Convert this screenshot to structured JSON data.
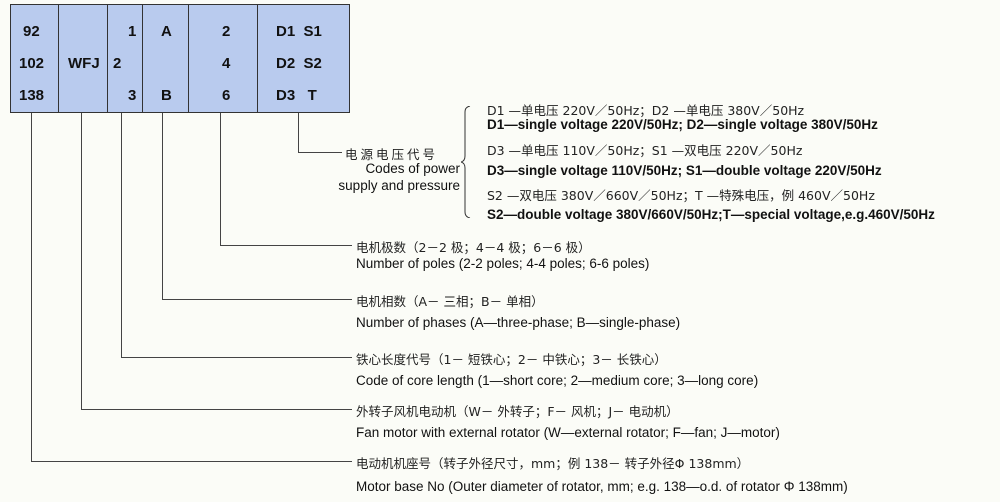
{
  "code_table": {
    "columns": [
      {
        "name": "motor-base",
        "values": [
          "92",
          "102",
          "138"
        ]
      },
      {
        "name": "type",
        "values": [
          "",
          "WFJ",
          ""
        ]
      },
      {
        "name": "core-length",
        "values": [
          "1",
          "2",
          "3"
        ]
      },
      {
        "name": "phases",
        "values": [
          "A",
          "",
          "B"
        ]
      },
      {
        "name": "poles",
        "values": [
          "2",
          "4",
          "6"
        ]
      },
      {
        "name": "voltage",
        "values": [
          "D1  S1",
          "D2  S2",
          "D3   T"
        ]
      }
    ],
    "fill_color": "#b9cbee"
  },
  "power_supply": {
    "title_zh": "电源电压代号",
    "title_en_line1": "Codes of power",
    "title_en_line2": "supply and pressure",
    "lines": [
      {
        "zh": "D1 —单电压 220V／50Hz；D2 —单电压 380V／50Hz",
        "en": "D1—single voltage 220V/50Hz; D2—single voltage 380V/50Hz"
      },
      {
        "zh": "D3 —单电压 110V／50Hz；S1 —双电压 220V／50Hz",
        "en": "D3—single voltage 110V/50Hz; S1—double voltage 220V/50Hz"
      },
      {
        "zh": "S2 —双电压 380V／660V／50Hz；T —特殊电压，例 460V／50Hz",
        "en": "S2—double voltage 380V/660V/50Hz;T—special voltage,e.g.460V/50Hz"
      }
    ]
  },
  "poles": {
    "zh": "电机极数（2－2 极；4－4 极；6－6 极）",
    "en": "Number of poles (2-2 poles; 4-4 poles; 6-6 poles)"
  },
  "phases": {
    "zh": "电机相数（A－ 三相；B－ 单相）",
    "en": "Number of phases (A—three-phase; B—single-phase)"
  },
  "core_length": {
    "zh": "铁心长度代号（1－ 短铁心；2－ 中铁心；3－ 长铁心）",
    "en": "Code of core length (1—short core; 2—medium core; 3—long core)"
  },
  "fan_motor": {
    "zh": "外转子风机电动机（W－ 外转子；F－ 风机；J－ 电动机）",
    "en": "Fan motor with external rotator (W—external rotator; F—fan; J—motor)"
  },
  "motor_base": {
    "zh": "电动机机座号（转子外径尺寸，mm；例 138－ 转子外径Φ 138mm）",
    "en": "Motor base No (Outer diameter of rotator, mm; e.g. 138—o.d. of rotator Φ 138mm)"
  }
}
